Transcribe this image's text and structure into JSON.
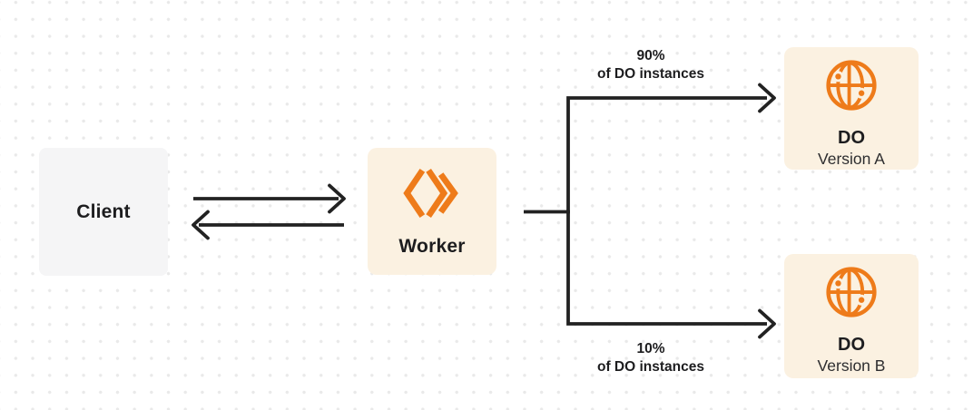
{
  "colors": {
    "background": "#ffffff",
    "dot_grid": "#e9e9e9",
    "node_gray": "#f5f5f6",
    "node_cream": "#fbf1e1",
    "accent_orange": "#ee7b1a",
    "line_dark": "#222222",
    "text_dark": "#1d1d1f",
    "text_sub": "#2d2d2f"
  },
  "diagram": {
    "client": {
      "label": "Client"
    },
    "worker": {
      "label": "Worker",
      "icon": "cloudflare-workers-icon"
    },
    "branch_top": {
      "percent": "90%",
      "caption": "of DO instances"
    },
    "branch_bottom": {
      "percent": "10%",
      "caption": "of DO instances"
    },
    "do_version_a": {
      "title": "DO",
      "subtitle": "Version A",
      "icon": "globe-icon"
    },
    "do_version_b": {
      "title": "DO",
      "subtitle": "Version B",
      "icon": "globe-icon"
    }
  }
}
